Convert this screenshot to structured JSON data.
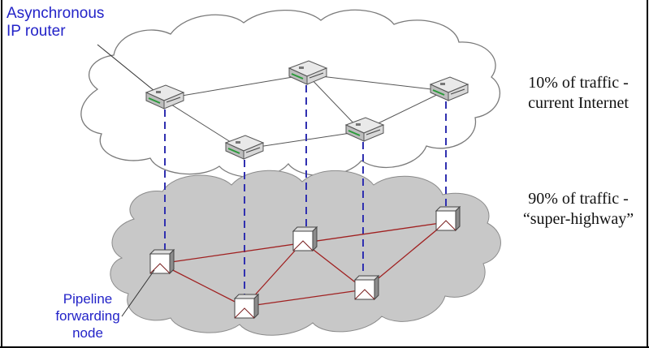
{
  "labels": {
    "router_title_line1": "Asynchronous",
    "router_title_line2": "IP router",
    "top_cloud_line1": "10% of traffic -",
    "top_cloud_line2": "current Internet",
    "bottom_cloud_line1": "90% of traffic -",
    "bottom_cloud_line2": "“super-highway”",
    "pipeline_line1": "Pipeline",
    "pipeline_line2": "forwarding",
    "pipeline_line3": "node"
  },
  "colors": {
    "label_blue": "#2323c8",
    "ip_link": "#555555",
    "pipeline_link": "#a02020",
    "dashed_link": "#3030b0",
    "bottom_cloud_fill": "#c8c8c8"
  },
  "icons": {
    "router": "router-icon",
    "pipeline_node": "forwarding-node-icon"
  }
}
